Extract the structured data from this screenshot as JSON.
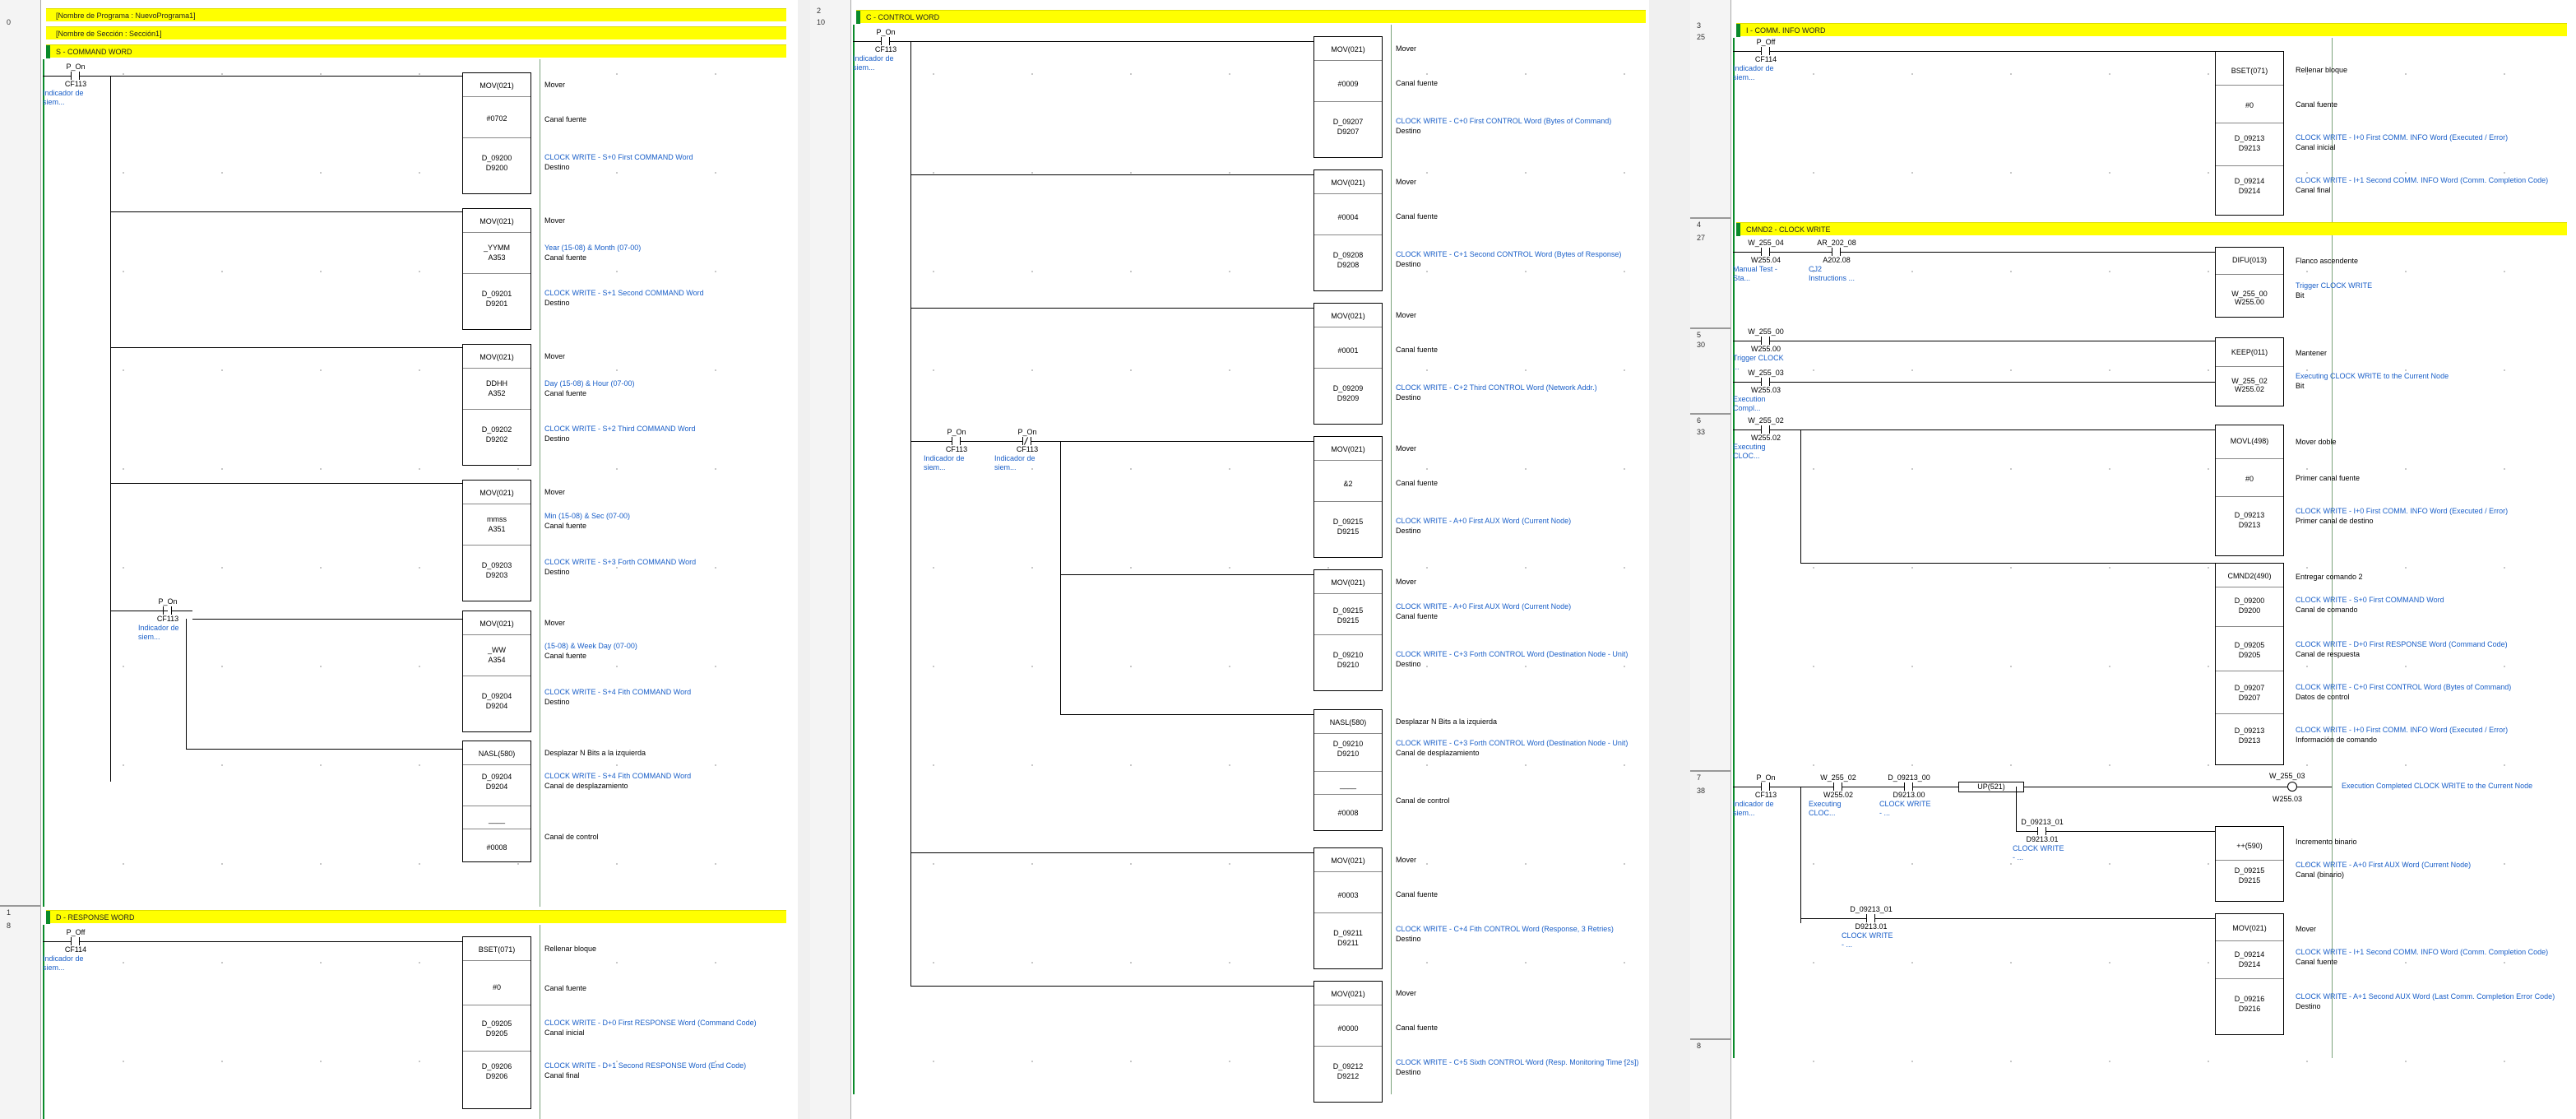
{
  "program_header": "[Nombre de Programa : NuevoPrograma1]",
  "section_header": "[Nombre de Sección : Sección1]",
  "common": {
    "mov": "MOV(021)",
    "mover": "Mover",
    "canal_fuente": "Canal fuente",
    "destino": "Destino",
    "bset": "BSET(071)",
    "rellenar": "Rellenar bloque",
    "canal_inicial": "Canal inicial",
    "canal_final": "Canal final",
    "hash0": "#0",
    "nasl": "NASL(580)",
    "desplazar": "Desplazar N Bits a la izquierda",
    "canal_desp": "Canal de desplazamiento",
    "canal_control": "Canal de control",
    "ind_siempre": "Indicador de siem..."
  },
  "p1": {
    "r0": {
      "num": "0",
      "title": "S - COMMAND WORD",
      "c1": {
        "name": "P_On",
        "addr": "CF113"
      },
      "c2": {
        "name": "P_On",
        "addr": "CF113"
      },
      "blocks": [
        {
          "src": "#0702",
          "src2": "",
          "dst1": "D_09200",
          "dst2": "D9200",
          "dcom": "CLOCK WRITE - S+0 First COMMAND Word",
          "scom": ""
        },
        {
          "src": "_YYMM",
          "src2": "A353",
          "dst1": "D_09201",
          "dst2": "D9201",
          "dcom": "CLOCK WRITE - S+1 Second COMMAND Word",
          "scom": "Year (15-08) & Month (07-00)"
        },
        {
          "src": "DDHH",
          "src2": "A352",
          "dst1": "D_09202",
          "dst2": "D9202",
          "dcom": "CLOCK WRITE - S+2 Third COMMAND Word",
          "scom": "Day (15-08) & Hour (07-00)"
        },
        {
          "src": "mmss",
          "src2": "A351",
          "dst1": "D_09203",
          "dst2": "D9203",
          "dcom": "CLOCK WRITE - S+3 Forth COMMAND Word",
          "scom": "Min (15-08) & Sec (07-00)"
        },
        {
          "src": "_WW",
          "src2": "A354",
          "dst1": "D_09204",
          "dst2": "D9204",
          "dcom": "CLOCK WRITE - S+4 Fith COMMAND Word",
          "scom": "(15-08) & Week Day (07-00)"
        }
      ],
      "nasl": {
        "d1": "D_09204",
        "d2": "D9204",
        "dcom": "CLOCK WRITE - S+4 Fith COMMAND Word",
        "blank": "____",
        "ctrl": "#0008"
      }
    },
    "r1": {
      "num": "1",
      "step": "8",
      "title": "D - RESPONSE WORD",
      "c1": {
        "name": "P_Off",
        "addr": "CF114"
      },
      "bset": {
        "s1": "D_09205",
        "s2": "D9205",
        "scom": "CLOCK WRITE - D+0 First RESPONSE Word (Command Code)",
        "e1": "D_09206",
        "e2": "D9206",
        "ecom": "CLOCK WRITE - D+1 Second RESPONSE Word (End Code)"
      }
    }
  },
  "p2": {
    "r2": {
      "num": "2",
      "step": "10",
      "title": "C - CONTROL WORD",
      "c1": {
        "name": "P_On",
        "addr": "CF113"
      },
      "c2": {
        "name": "P_On",
        "addr": "CF113"
      },
      "c3": {
        "name": "P_On",
        "addr": "CF113"
      },
      "blocks": [
        {
          "src": "#0009",
          "d1": "D_09207",
          "d2": "D9207",
          "dcom": "CLOCK WRITE - C+0 First CONTROL Word (Bytes of Command)",
          "scom": ""
        },
        {
          "src": "#0004",
          "d1": "D_09208",
          "d2": "D9208",
          "dcom": "CLOCK WRITE - C+1 Second CONTROL Word (Bytes of Response)",
          "scom": ""
        },
        {
          "src": "#0001",
          "d1": "D_09209",
          "d2": "D9209",
          "dcom": "CLOCK WRITE - C+2 Third CONTROL Word (Network Addr.)",
          "scom": ""
        },
        {
          "src": "&2",
          "d1": "D_09215",
          "d2": "D9215",
          "dcom": "CLOCK WRITE - A+0 First AUX Word (Current Node)",
          "scom": ""
        },
        {
          "src": "D_09215",
          "src2": "D9215",
          "d1": "D_09210",
          "d2": "D9210",
          "dcom": "CLOCK WRITE - C+3 Forth CONTROL Word (Destination Node - Unit)",
          "scom": "CLOCK WRITE - A+0 First AUX Word (Current Node)"
        }
      ],
      "nasl": {
        "d1": "D_09210",
        "d2": "D9210",
        "dcom": "CLOCK WRITE - C+3 Forth CONTROL Word (Destination Node - Unit)",
        "blank": "____",
        "ctrl": "#0008"
      },
      "blocks2": [
        {
          "src": "#0003",
          "d1": "D_09211",
          "d2": "D9211",
          "dcom": "CLOCK WRITE - C+4 Fith CONTROL Word (Response, 3 Retries)"
        },
        {
          "src": "#0000",
          "d1": "D_09212",
          "d2": "D9212",
          "dcom": "CLOCK WRITE - C+5 Sixth CONTROL Word (Resp. Monitoring Time [2s])"
        }
      ]
    }
  },
  "p3": {
    "r3": {
      "num": "3",
      "step": "25",
      "title": "I - COMM. INFO WORD",
      "c1": {
        "name": "P_Off",
        "addr": "CF114"
      },
      "bset": {
        "s1": "D_09213",
        "s2": "D9213",
        "scom": "CLOCK WRITE - I+0 First COMM. INFO Word (Executed / Error)",
        "e1": "D_09214",
        "e2": "D9214",
        "ecom": "CLOCK WRITE - I+1 Second COMM. INFO Word (Comm. Completion Code)"
      }
    },
    "r4": {
      "num": "4",
      "step": "27",
      "title": "CMND2 - CLOCK WRITE",
      "c1": {
        "name": "W_255_04",
        "addr": "W255.04",
        "com": "Manual Test - Sta..."
      },
      "c2": {
        "name": "AR_202_08",
        "addr": "A202.08",
        "com": "CJ2 Instructions ..."
      },
      "difu": {
        "op": "DIFU(013)",
        "label": "Flanco ascendente",
        "b1": "W_255_00",
        "b2": "W255.00",
        "bcom": "Trigger CLOCK WRITE",
        "bit": "Bit"
      }
    },
    "r5": {
      "num": "5",
      "step": "30",
      "c1": {
        "name": "W_255_00",
        "addr": "W255.00",
        "com": "Trigger CLOCK ..."
      },
      "c2": {
        "name": "W_255_03",
        "addr": "W255.03",
        "com": "Execution Compl..."
      },
      "keep": {
        "op": "KEEP(011)",
        "label": "Mantener",
        "b1": "W_255_02",
        "b2": "W255.02",
        "bcom": "Executing CLOCK WRITE to the Current Node",
        "bit": "Bit"
      }
    },
    "r6": {
      "num": "6",
      "step": "33",
      "c1": {
        "name": "W_255_02",
        "addr": "W255.02",
        "com": "Executing CLOC..."
      },
      "movl": {
        "op": "MOVL(498)",
        "label": "Mover doble",
        "src": "#0",
        "srclabel": "Primer canal fuente",
        "d1": "D_09213",
        "d2": "D9213",
        "dcom": "CLOCK WRITE - I+0 First COMM. INFO Word (Executed / Error)",
        "dlabel": "Primer canal de destino"
      },
      "cmnd": {
        "op": "CMND2(490)",
        "label": "Entregar comando 2",
        "rows": [
          {
            "a": "D_09200",
            "b": "D9200",
            "com": "CLOCK WRITE - S+0 First COMMAND Word",
            "lab": "Canal de comando"
          },
          {
            "a": "D_09205",
            "b": "D9205",
            "com": "CLOCK WRITE - D+0 First RESPONSE Word (Command Code)",
            "lab": "Canal de respuesta"
          },
          {
            "a": "D_09207",
            "b": "D9207",
            "com": "CLOCK WRITE - C+0 First CONTROL Word (Bytes of Command)",
            "lab": "Datos de control"
          },
          {
            "a": "D_09213",
            "b": "D9213",
            "com": "CLOCK WRITE - I+0 First COMM. INFO Word (Executed / Error)",
            "lab": "Información de comando"
          }
        ]
      }
    },
    "r7": {
      "num": "7",
      "step": "38",
      "c1": {
        "name": "P_On",
        "addr": "CF113"
      },
      "c2": {
        "name": "W_255_02",
        "addr": "W255.02",
        "com": "Executing CLOC..."
      },
      "c3": {
        "name": "D_09213_00",
        "addr": "D9213.00",
        "com": "CLOCK WRITE - ..."
      },
      "up": "UP(521)",
      "coil": {
        "name": "W_255_03",
        "addr": "W255.03",
        "com": "Execution Completed CLOCK WRITE to the Current Node"
      },
      "c4": {
        "name": "D_09213_01",
        "addr": "D9213.01",
        "com": "CLOCK WRITE - ..."
      },
      "inc": {
        "op": "++(590)",
        "label": "Incremento binario",
        "a": "D_09215",
        "b": "D9215",
        "com": "CLOCK WRITE - A+0 First AUX Word (Current Node)",
        "lab": "Canal (binario)"
      },
      "c5": {
        "name": "D_09213_01",
        "addr": "D9213.01",
        "com": "CLOCK WRITE - ..."
      },
      "mov": {
        "a": "D_09214",
        "b": "D9214",
        "com": "CLOCK WRITE - I+1 Second COMM. INFO Word (Comm. Completion Code)",
        "da": "D_09216",
        "db": "D9216",
        "dcom": "CLOCK WRITE - A+1 Second AUX Word (Last Comm. Completion Error Code)"
      }
    },
    "r8": {
      "num": "8"
    }
  }
}
